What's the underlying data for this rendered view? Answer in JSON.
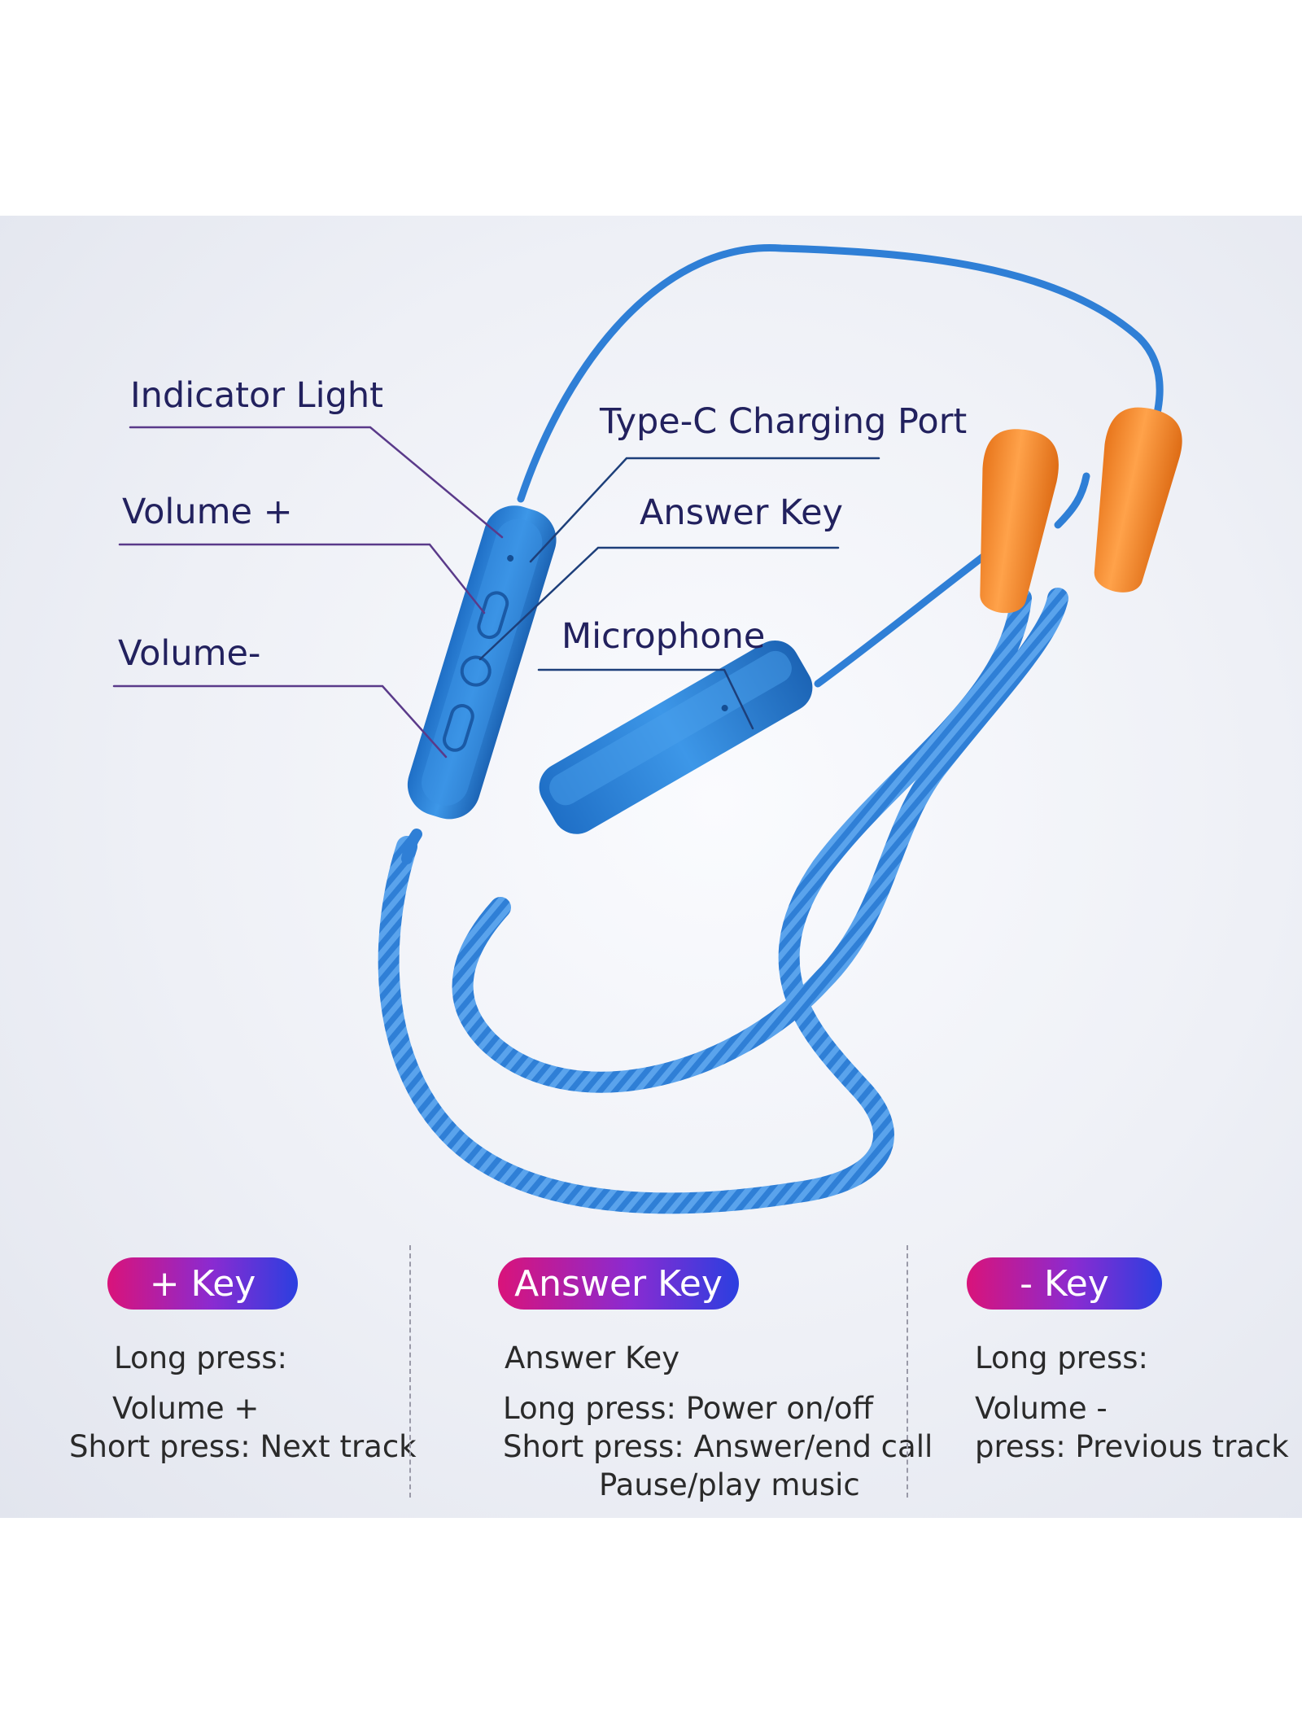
{
  "callouts": {
    "indicator_light": "Indicator Light",
    "volume_plus": "Volume +",
    "volume_minus": "Volume-",
    "type_c_port": "Type-C Charging Port",
    "answer_key": "Answer Key",
    "microphone": "Microphone"
  },
  "keys": [
    {
      "badge": "+ Key",
      "lines": [
        "Long press:",
        "Volume +",
        "Short press: Next track"
      ]
    },
    {
      "badge": "Answer Key",
      "lines": [
        "Answer Key",
        "Long press: Power on/off",
        "Short press: Answer/end call",
        "Pause/play music"
      ]
    },
    {
      "badge": "- Key",
      "lines": [
        "Long press:",
        "Volume -",
        "press: Previous track"
      ]
    }
  ],
  "colors": {
    "cable": "#2f7fd6",
    "remote": "#2a86d8",
    "earplug": "#f28a2e",
    "callout_text": "#22215e",
    "badge_gradient": [
      "#d9137a",
      "#8a2bd1",
      "#2b3fe0"
    ]
  }
}
